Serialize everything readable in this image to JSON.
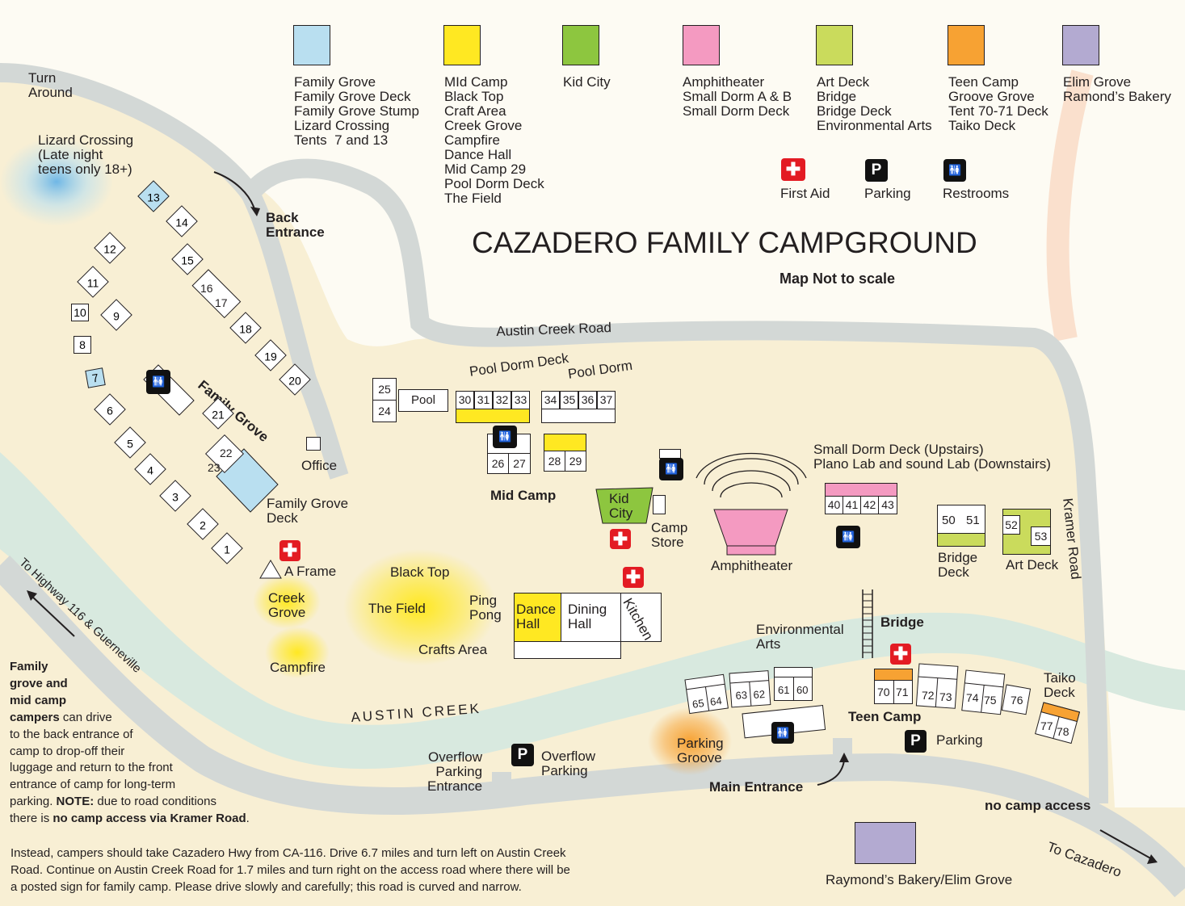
{
  "title": "CAZADERO FAMILY CAMPGROUND",
  "subtitle": "Map Not to scale",
  "legend": {
    "groups": [
      {
        "color": "#b9dff0",
        "items": "Family Grove\nFamily Grove Deck\nFamily Grove Stump\nLizard Crossing\nTents  7 and 13"
      },
      {
        "color": "#ffe822",
        "items": "MId Camp\nBlack Top\nCraft Area\nCreek Grove\nCampfire\nDance Hall\nMid Camp 29\nPool Dorm Deck\nThe Field"
      },
      {
        "color": "#8dc63f",
        "items": "Kid City"
      },
      {
        "color": "#f49ac1",
        "items": "Amphitheater\nSmall Dorm A & B\nSmall Dorm Deck"
      },
      {
        "color": "#cadb5c",
        "items": "Art Deck\nBridge\nBridge Deck\nEnvironmental Arts"
      },
      {
        "color": "#f7a233",
        "items": "Teen Camp\nGroove Grove\nTent 70-71 Deck\nTaiko Deck"
      },
      {
        "color": "#b3aad1",
        "items": "Elim Grove\nRamond’s Bakery"
      }
    ],
    "symbols": {
      "first_aid": "First Aid",
      "parking": "Parking",
      "restrooms": "Restrooms"
    },
    "icons": {
      "first_aid": "first-aid-icon",
      "parking": "parking-icon",
      "restrooms": "restroom-icon"
    }
  },
  "roads": {
    "turn_around": "Turn\nAround",
    "back_entrance": "Back\nEntrance",
    "austin_creek_road": "Austin Creek Road",
    "kramer_road": "Kramer Road",
    "to_highway": "To Highway 116 & Guerneville",
    "to_cazadero": "To  Cazadero",
    "austin_creek": "AUSTIN CREEK",
    "main_entrance": "Main Entrance",
    "overflow_entrance": "Overflow\nParking\nEntrance",
    "no_access": "no camp access"
  },
  "places": {
    "lizard_crossing": "Lizard Crossing\n(Late night\nteens only 18+)",
    "family_grove": "Family Grove",
    "office": "Office",
    "family_grove_deck": "Family Grove\nDeck",
    "a_frame": "A Frame",
    "creek_grove": "Creek\nGrove",
    "campfire": "Campfire",
    "black_top": "Black Top",
    "the_field": "The Field",
    "ping_pong": "Ping\nPong",
    "crafts_area": "Crafts Area",
    "dance_hall": "Dance\nHall",
    "dining_hall": "Dining\nHall",
    "kitchen": "Kitchen",
    "pool": "Pool",
    "pool_dorm_deck": "Pool Dorm Deck",
    "pool_dorm": "Pool Dorm",
    "mid_camp": "Mid Camp",
    "kid_city": "Kid\nCity",
    "camp_store": "Camp\nStore",
    "amphitheater": "Amphitheater",
    "small_dorm": "Small Dorm Deck (Upstairs)\nPlano Lab and sound Lab (Downstairs)",
    "bridge_deck": "Bridge\nDeck",
    "art_deck": "Art Deck",
    "bridge": "Bridge",
    "environmental_arts": "Environmental\nArts",
    "teen_camp": "Teen Camp",
    "taiko_deck": "Taiko\nDeck",
    "parking": "Parking",
    "parking_groove": "Parking\nGroove",
    "overflow_parking": "Overflow\nParking",
    "bakery": "Raymond’s Bakery/Elim Grove"
  },
  "sites": {
    "diamonds": [
      "13",
      "14",
      "12",
      "15",
      "11",
      "9",
      "18",
      "19",
      "20",
      "6",
      "21",
      "5",
      "4",
      "3",
      "2",
      "1"
    ],
    "squares": [
      "10",
      "8",
      "7"
    ],
    "pair_16_17": [
      "16",
      "17"
    ],
    "pair_22_23": [
      "22",
      "23"
    ],
    "pool_25": "25",
    "pool_24": "24",
    "row_30": [
      "30",
      "31",
      "32",
      "33"
    ],
    "row_34": [
      "34",
      "35",
      "36",
      "37"
    ],
    "pair_26": [
      "26",
      "27"
    ],
    "pair_28": [
      "28",
      "29"
    ],
    "row_40": [
      "40",
      "41",
      "42",
      "43"
    ],
    "pair_50": [
      "50",
      "51"
    ],
    "site_52": "52",
    "site_53": "53",
    "pair_65": [
      "65",
      "64"
    ],
    "pair_63": [
      "63",
      "62"
    ],
    "pair_61": [
      "61",
      "60"
    ],
    "pair_70": [
      "70",
      "71"
    ],
    "pair_72": [
      "72",
      "73"
    ],
    "pair_74": [
      "74",
      "75"
    ],
    "site_76": "76",
    "pair_77": [
      "77",
      "78"
    ]
  },
  "notes": {
    "side_note": [
      {
        "text": "Family",
        "bold": true
      },
      {
        "text": "grove and",
        "bold": true
      },
      {
        "text": "mid camp",
        "bold": true
      },
      {
        "text": "campers",
        "bold": true,
        "rest": " can drive"
      },
      {
        "text": "to the back entrance of",
        "bold": false
      },
      {
        "text": "camp to drop-off their",
        "bold": false
      },
      {
        "text": "luggage and return to the front",
        "bold": false
      },
      {
        "text": "entrance of camp for long-term",
        "bold": false
      },
      {
        "text": "parking. ",
        "bold": false,
        "bold_part": "NOTE:",
        "rest": " due to road conditions"
      },
      {
        "text": "there is ",
        "bold": false,
        "bold_part": "no camp access via Kramer Road",
        "rest": "."
      }
    ],
    "directions": "Instead, campers should take Cazadero Hwy from CA-116. Drive 6.7 miles and turn left on Austin Creek\nRoad. Continue on Austin Creek Road for 1.7 miles and turn right on the access road where there will be\na posted sign for family camp. Please drive slowly and carefully; this road is curved and narrow."
  },
  "colors": {
    "ground": "#f8efd4",
    "road": "#d3d8d6",
    "creek": "#d8e9df",
    "family_blue": "#b9dff0",
    "yellow": "#ffe822",
    "green": "#8dc63f",
    "pink": "#f49ac1",
    "lime": "#cadb5c",
    "orange": "#f7a233",
    "purple": "#b3aad1",
    "red": "#e31b23"
  }
}
